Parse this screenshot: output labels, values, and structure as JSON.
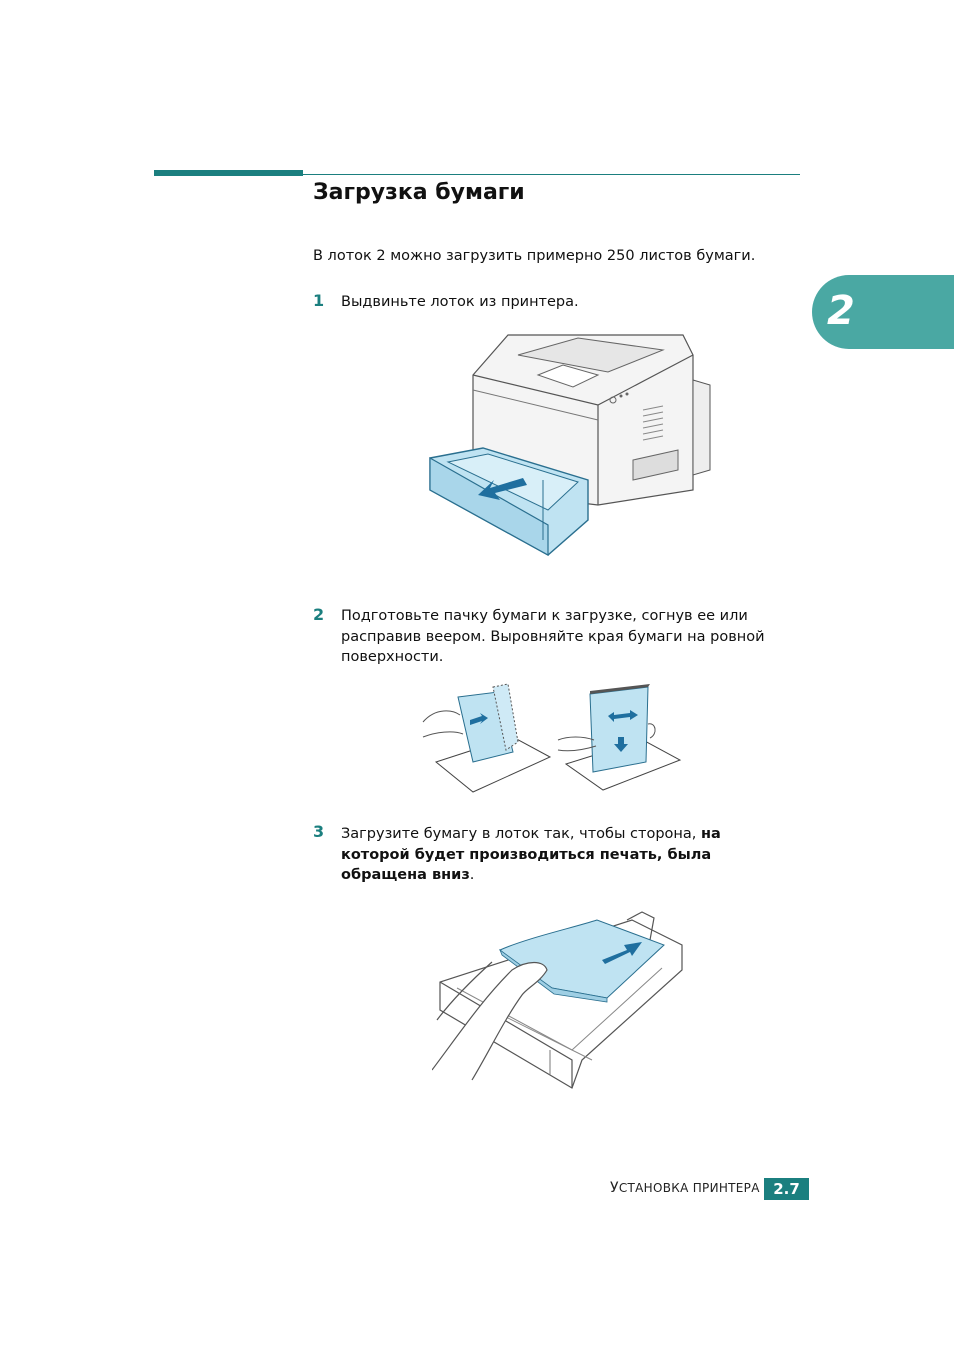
{
  "title": "Загрузка бумаги",
  "intro": "В лоток 2 можно загрузить примерно 250 листов бумаги.",
  "chapter_tab": "2",
  "steps": [
    {
      "num": "1",
      "text": "Выдвиньте лоток из принтера."
    },
    {
      "num": "2",
      "text": "Подготовьте пачку бумаги к загрузке, согнув ее или расправив веером. Выровняйте края бумаги на ровной поверхности."
    },
    {
      "num": "3",
      "text_plain": "Загрузите бумагу в лоток так, чтобы сторона, ",
      "text_bold": "на которой будет производиться печать, была обращена вниз",
      "text_end": "."
    }
  ],
  "footer": {
    "section_first": "У",
    "section_rest": "СТАНОВКА ПРИНТЕРА",
    "page": "2.7"
  },
  "colors": {
    "accent": "#1b7f7f",
    "tab": "#4aa8a3",
    "paper_blue": "#bfe3f2",
    "arrow_blue": "#1f6f9f"
  }
}
